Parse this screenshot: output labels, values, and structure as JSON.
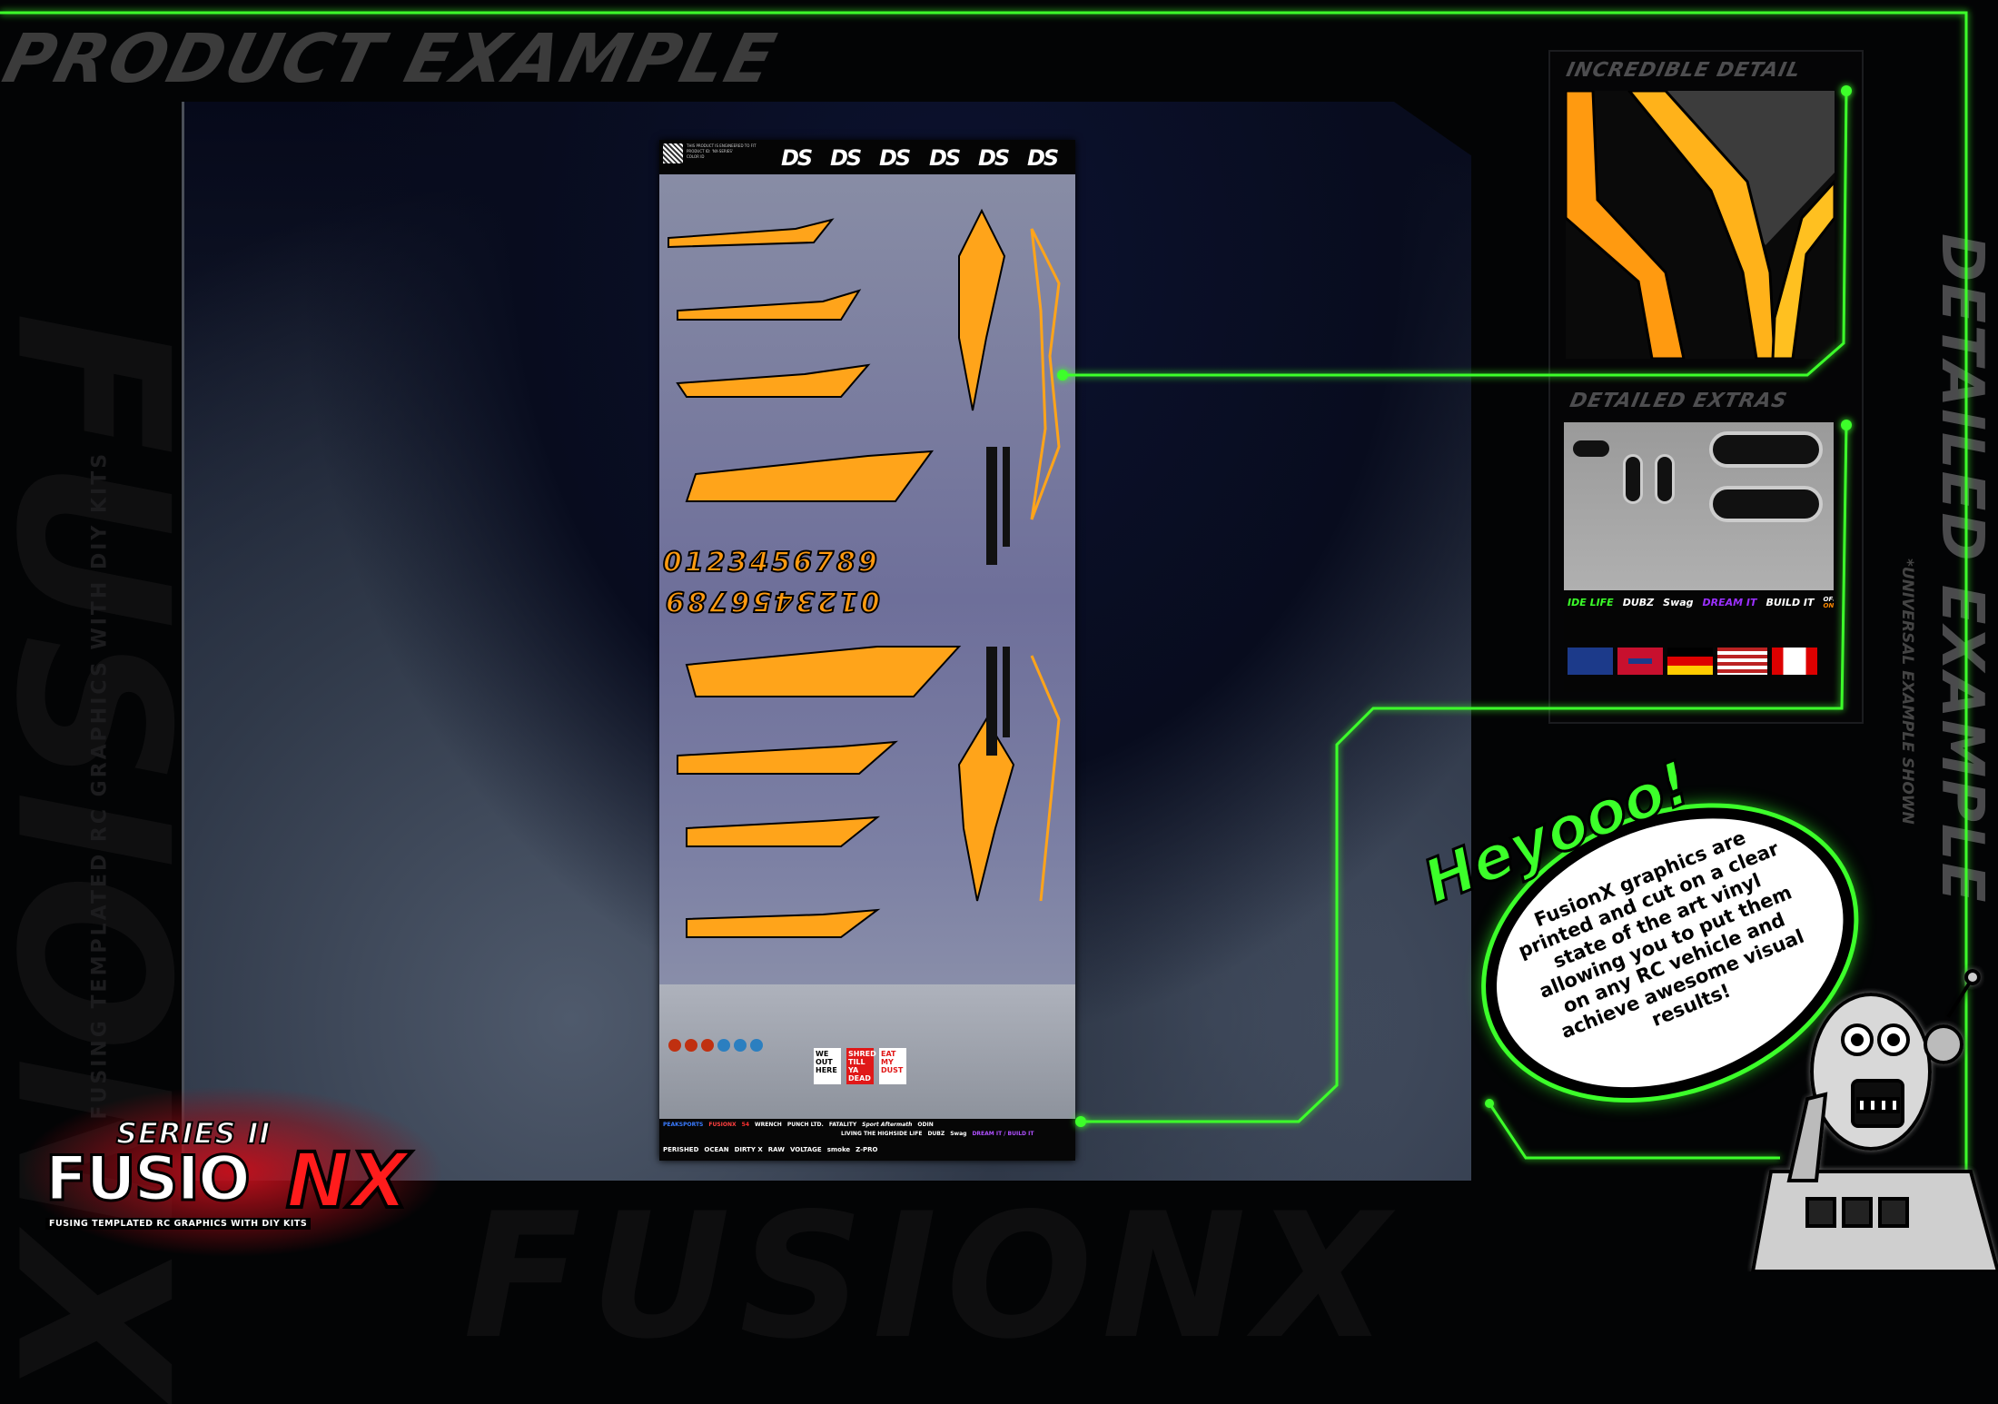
{
  "header": {
    "title": "PRODUCT EXAMPLE"
  },
  "watermarks": {
    "left_big": "FUSIONX",
    "left_sub": "FUSING TEMPLATED RC GRAPHICS WITH DIY KITS",
    "bottom_big": "FUSIONX"
  },
  "side": {
    "vertical_title": "DETAILED EXAMPLE",
    "vertical_subtitle": "*UNIVERSAL EXAMPLE SHOWN"
  },
  "panels": {
    "detail": {
      "title": "INCREDIBLE DETAIL"
    },
    "extras": {
      "title": "DETAILED EXTRAS",
      "labels": [
        "IDE LIFE",
        "DUBZ",
        "Swag",
        "DREAM IT",
        "BUILD IT",
        "OFF",
        "ON"
      ]
    }
  },
  "sheet": {
    "info": [
      "THIS PRODUCT IS ENGINEERED TO FIT",
      "PRODUCT ID: 'NX-SERIES'",
      "COLOR ID"
    ],
    "logos": [
      "DS",
      "DS",
      "DS",
      "DS",
      "DS",
      "DS"
    ],
    "digits": "0123456789",
    "digits_mirrored": "0123456789",
    "stickers": [
      "WE OUT HERE",
      "SHRED TILL YA DEAD",
      "EAT MY DUST"
    ],
    "brands_row1": [
      "PEAKSPORTS",
      "FUSIONX",
      "54",
      "WRENCH",
      "PUNCH LTD.",
      "FATALITY",
      "Sport Aftermath",
      "ODIN",
      "LIVING THE HIGHSIDE LIFE",
      "DUBZ",
      "Swag",
      "DREAM IT / BUILD IT"
    ],
    "brands_row2": [
      "PERISHED",
      "OCEAN",
      "DIRTY X",
      "RAW",
      "VOLTAGE",
      "smoke",
      "Z-PRO"
    ]
  },
  "bubble": {
    "exclaim": "Heyooo!",
    "text": "FusionX graphics are printed and cut on a clear state of the art vinyl allowing you to put them on any RC vehicle and achieve awesome visual results!"
  },
  "logo": {
    "series": "SERIES II",
    "fusion": "FUSIO",
    "nx": "NX",
    "tagline": "FUSING TEMPLATED RC GRAPHICS WITH DIY KITS"
  },
  "colors": {
    "accent_green": "#3cff2a",
    "orange": "#ff9a10",
    "logo_red": "#ff1c1c"
  }
}
